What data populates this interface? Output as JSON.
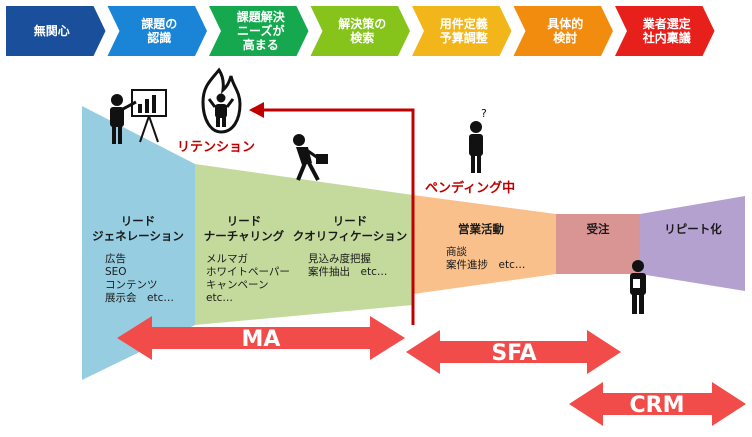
{
  "phases": [
    {
      "lines": [
        "無関心"
      ],
      "color": "#1a4f9c"
    },
    {
      "lines": [
        "課題の",
        "認識"
      ],
      "color": "#1a84d6"
    },
    {
      "lines": [
        "課題解決",
        "ニーズが",
        "高まる"
      ],
      "color": "#16a84f"
    },
    {
      "lines": [
        "解決策の",
        "検索"
      ],
      "color": "#86c41c"
    },
    {
      "lines": [
        "用件定義",
        "予算調整"
      ],
      "color": "#f2b61a"
    },
    {
      "lines": [
        "具体的",
        "検討"
      ],
      "color": "#f28c0f"
    },
    {
      "lines": [
        "業者選定",
        "社内稟議"
      ],
      "color": "#e8201c"
    }
  ],
  "stages": {
    "lead_generation": {
      "title": [
        "リード",
        "ジェネレーション"
      ],
      "items": [
        "広告",
        "SEO",
        "コンテンツ",
        "展示会　etc…"
      ],
      "color": "#96cde0"
    },
    "lead_nurturing": {
      "title": [
        "リード",
        "ナーチャリング"
      ],
      "items": [
        "メルマガ",
        "ホワイトペーパー",
        "キャンペーン",
        "etc…"
      ],
      "color": "#c4da9c"
    },
    "lead_qualification": {
      "title": [
        "リード",
        "クオリフィケーション"
      ],
      "items": [
        "見込み度把握",
        "案件抽出　etc…"
      ],
      "color": "#c4da9c"
    },
    "sales_activity": {
      "title": [
        "営業活動"
      ],
      "items": [
        "商談",
        "案件進捗　etc…"
      ],
      "color": "#f9c08c"
    },
    "order": {
      "title": [
        "受注"
      ],
      "items": [],
      "color": "#d99594"
    },
    "repeat": {
      "title": [
        "リピート化"
      ],
      "items": [],
      "color": "#b4a1cf"
    }
  },
  "labels": {
    "retention": "リテンション",
    "pending": "ペンディング中"
  },
  "arrows": {
    "ma": "MA",
    "sfa": "SFA",
    "crm": "CRM",
    "color": "#f24c4a",
    "line_color": "#c00000"
  },
  "icons": [
    "presenter-icon",
    "fire-person-icon",
    "running-businessman-icon",
    "confused-person-icon",
    "customer-person-icon"
  ]
}
